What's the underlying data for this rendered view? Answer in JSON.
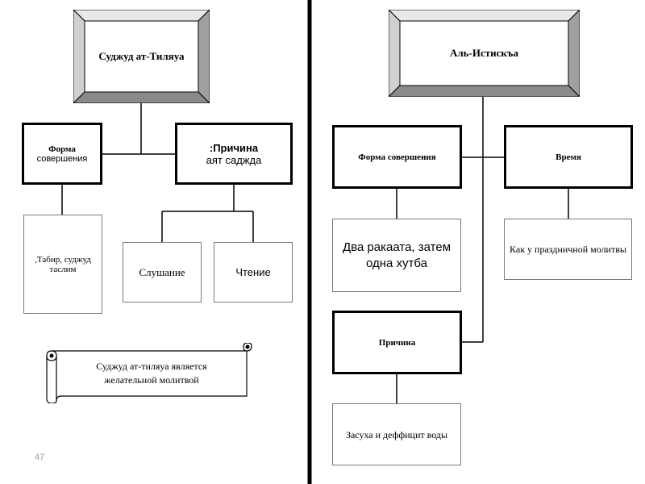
{
  "left": {
    "title": "Суджуд ат-Тиляуа",
    "form_line1": "Форма",
    "form_line2": "совершения",
    "reason_line1": ":Причина",
    "reason_line2": "аят саджда",
    "form_detail": ",Табир, суджуд таслим",
    "listening": "Слушание",
    "reading": "Чтение",
    "scroll_line1": "Суджуд ат-тиляуа является",
    "scroll_line2": "желательной молитвой"
  },
  "right": {
    "title": "Аль-Истискъа",
    "form": "Форма совершения",
    "time": "Время",
    "form_detail": "Два ракаата, затем одна хутба",
    "time_detail": "Как у праздничной молитвы",
    "reason": "Причина",
    "reason_detail": "Засуха и деффицит воды"
  },
  "page_number": "47"
}
